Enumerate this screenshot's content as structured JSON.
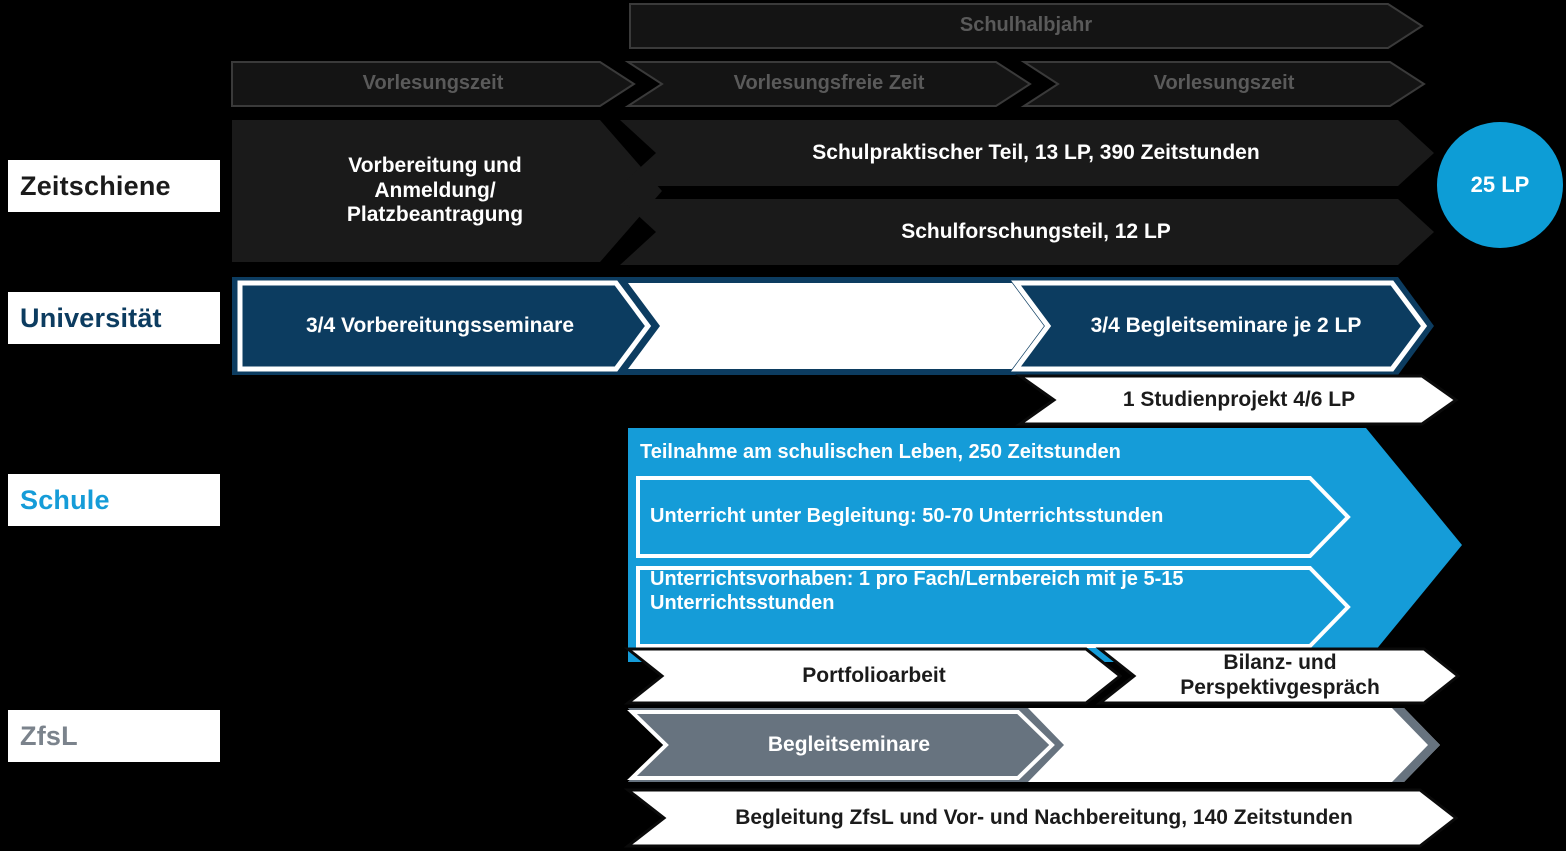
{
  "diagram": {
    "title": "Praxissemester Zeitschiene",
    "colors": {
      "background": "#000000",
      "dark": "#1a1a1a",
      "navy": "#0c3c60",
      "cyan": "#159cd8",
      "circle_blue": "#0d9dd6",
      "grey": "#67737f",
      "white": "#ffffff",
      "outline_grey": "#5a5a5a"
    }
  },
  "row_labels": [
    {
      "key": "zeitschiene",
      "label": "Zeitschiene",
      "color": "#1b1b1b"
    },
    {
      "key": "universitaet",
      "label": "Universität",
      "color": "#0c3c60"
    },
    {
      "key": "schule",
      "label": "Schule",
      "color": "#159cd8"
    },
    {
      "key": "zfsl",
      "label": "ZfsL",
      "color": "#7b838c"
    }
  ],
  "timeline_header": {
    "semester_bar": "Schulhalbjahr",
    "phases": [
      {
        "label": "Vorlesungszeit"
      },
      {
        "label": "Vorlesungsfreie Zeit"
      },
      {
        "label": "Vorlesungszeit"
      }
    ]
  },
  "zeitschiene": {
    "preparation": "Vorbereitung und\nAnmeldung/\nPlatzbeantragung",
    "preparation_lines": [
      "Vorbereitung und",
      "Anmeldung/",
      "Platzbeantragung"
    ],
    "practical_part": "Schulpraktischer Teil, 13 LP, 390 Zeitstunden",
    "research_part": "Schulforschungsteil, 12 LP",
    "credit_badge": "25 LP"
  },
  "universitaet": {
    "preparation_seminars": "3/4 Vorbereitungsseminare",
    "accompanying_seminars": "3/4 Begleitseminare je 2 LP",
    "study_project": "1 Studienprojekt 4/6 LP"
  },
  "schule": {
    "participation": "Teilnahme am schulischen Leben, 250 Zeitstunden",
    "guided_teaching": "Unterricht unter Begleitung: 50-70 Unterrichtsstunden",
    "teaching_projects_lines": [
      "Unterrichtsvorhaben: 1 pro Fach/Lernbereich mit je 5-15",
      "Unterrichtsstunden"
    ],
    "teaching_projects": "Unterrichtsvorhaben: 1 pro Fach/Lernbereich mit je 5-15 Unterrichtsstunden"
  },
  "zfsl": {
    "portfolio": "Portfolioarbeit",
    "review_talk_lines": [
      "Bilanz- und",
      "Perspektivgespräch"
    ],
    "review_talk": "Bilanz- und Perspektivgespräch",
    "accompanying_seminars": "Begleitseminare",
    "support": "Begleitung ZfsL und Vor- und Nachbereitung, 140 Zeitstunden"
  }
}
